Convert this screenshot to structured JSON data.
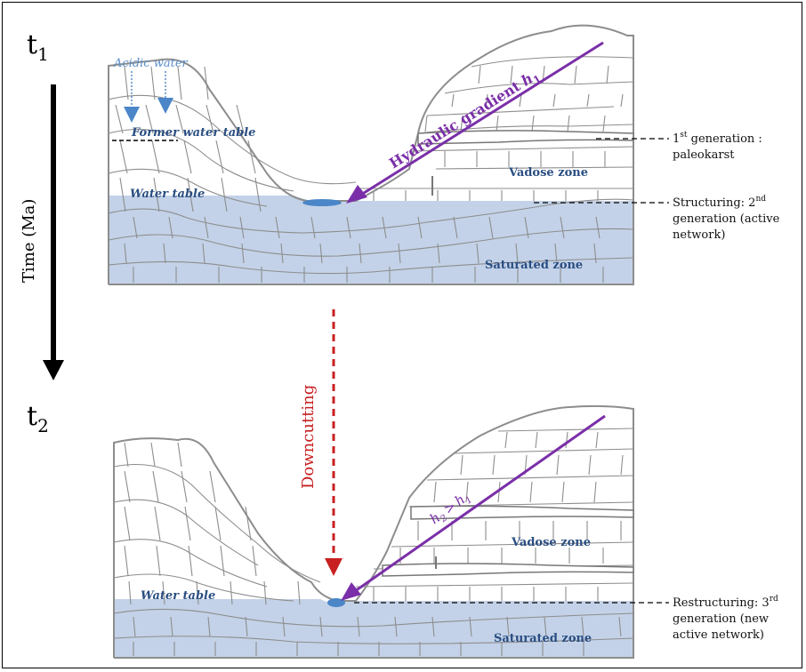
{
  "time_labels": {
    "t1_base": "t",
    "t1_sub": "1",
    "t2_base": "t",
    "t2_sub": "2"
  },
  "time_axis": {
    "label": "Time (Ma)"
  },
  "top_panel": {
    "acidic_water": "Acidic water",
    "former_water_table": "Former water table",
    "water_table": "Water table",
    "vadose_zone": "Vadose zone",
    "saturated_zone": "Saturated zone",
    "gradient_text": "Hydraulic gradient",
    "gradient_h": "h",
    "gradient_sub": "1"
  },
  "bottom_panel": {
    "water_table": "Water table",
    "vadose_zone": "Vadose zone",
    "saturated_zone": "Saturated zone",
    "h2": "h",
    "h2_sub": "2",
    "gt": ">",
    "h1": "h",
    "h1_sub": "1"
  },
  "downcutting": {
    "label": "Downcutting"
  },
  "annotations": {
    "gen1_line1_sup": "st",
    "gen1_line1_a": "1",
    "gen1_line1_b": " generation :",
    "gen1_line2": "paleokarst",
    "gen2_line1_a": "Structuring: 2",
    "gen2_line1_sup": "nd",
    "gen2_line2": "generation (active",
    "gen2_line3": "network)",
    "gen3_line1_a": "Restructuring: 3",
    "gen3_line1_sup": "rd",
    "gen3_line2": "generation (new",
    "gen3_line3": "active network)"
  },
  "colors": {
    "water": "#c3d2e8",
    "water_pool": "#4a86c8",
    "zone_text": "#2a4e82",
    "gradient_arrow": "#7a2fa8",
    "downcut_arrow": "#c82020",
    "acidic_text": "#5a8dc8",
    "brick_line": "#8d8d8d"
  }
}
